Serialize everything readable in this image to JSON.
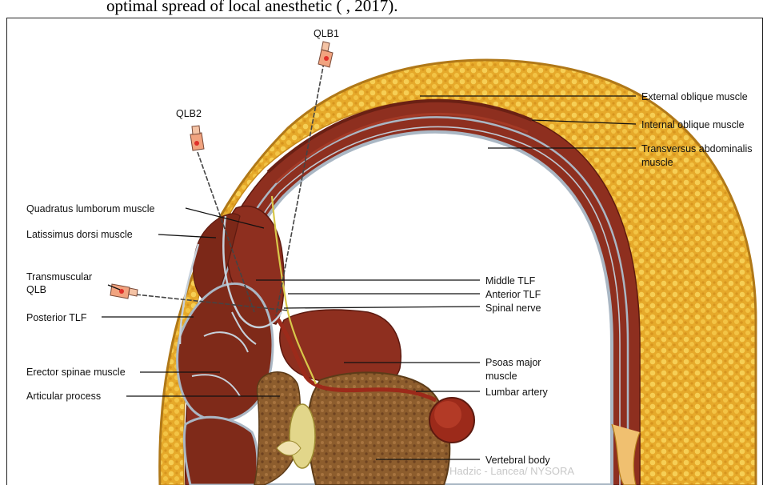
{
  "caption": "optimal spread of local anesthetic ( , 2017).",
  "needles": {
    "qlb1": "QLB1",
    "qlb2": "QLB2",
    "transmuscular_line1": "Transmuscular",
    "transmuscular_line2": "QLB"
  },
  "labels": {
    "external_oblique": "External oblique muscle",
    "internal_oblique": "Internal oblique muscle",
    "transversus_line1": "Transversus abdominalis",
    "transversus_line2": "muscle",
    "quadratus_lumborum": "Quadratus lumborum muscle",
    "latissimus_dorsi": "Latissimus dorsi muscle",
    "middle_tlf": "Middle TLF",
    "anterior_tlf": "Anterior TLF",
    "spinal_nerve": "Spinal nerve",
    "posterior_tlf": "Posterior TLF",
    "psoas_line1": "Psoas major",
    "psoas_line2": "muscle",
    "erector_spinae": "Erector spinae muscle",
    "lumbar_artery": "Lumbar artery",
    "articular_process": "Articular process",
    "vertebral_body": "Vertebral body"
  },
  "watermark": "Hadzic - Lancea/ NYSORA",
  "colors": {
    "fat": "#e9b030",
    "fat_spot": "#f5d060",
    "muscle": "#8e2f1f",
    "muscle_dark": "#6a2014",
    "fascia": "#aab7c4",
    "bone": "#8a5a2a",
    "nerve": "#d8c84a",
    "artery": "#9c2a1a"
  }
}
